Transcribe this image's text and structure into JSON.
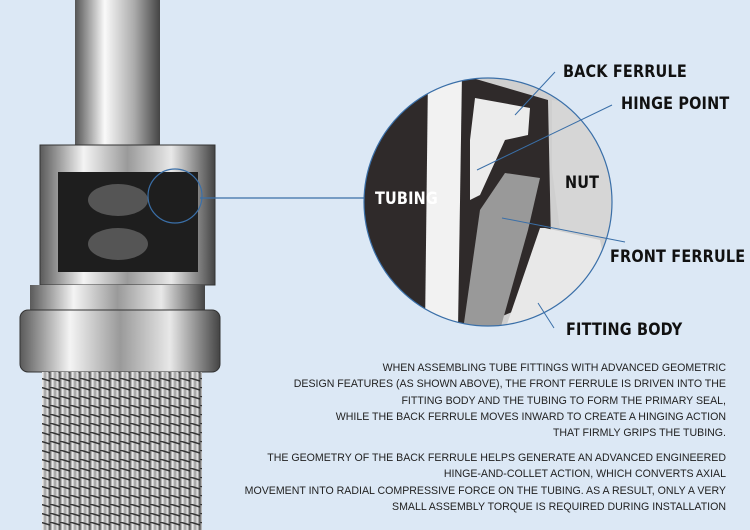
{
  "labels": {
    "back_ferrule": "BACK FERRULE",
    "hinge_point": "HINGE POINT",
    "nut": "NUT",
    "tubing": "TUBING",
    "front_ferrule": "FRONT FERRULE",
    "fitting_body": "FITTING BODY"
  },
  "description": {
    "paragraph1": [
      "WHEN ASSEMBLING TUBE FITTINGS WITH ADVANCED GEOMETRIC",
      "DESIGN FEATURES (AS SHOWN ABOVE), THE FRONT FERRULE IS DRIVEN INTO THE",
      "FITTING BODY AND THE TUBING TO FORM THE PRIMARY SEAL,",
      "WHILE THE BACK FERRULE MOVES INWARD TO CREATE A HINGING ACTION",
      "THAT FIRMLY GRIPS THE TUBING."
    ],
    "paragraph2": [
      "THE GEOMETRY OF THE BACK FERRULE HELPS GENERATE AN ADVANCED ENGINEERED",
      "HINGE-AND-COLLET ACTION, WHICH CONVERTS AXIAL",
      "MOVEMENT INTO RADIAL COMPRESSIVE FORCE ON THE TUBING. AS A RESULT, ONLY A VERY",
      "SMALL ASSEMBLY TORQUE IS REQUIRED DURING INSTALLATION"
    ]
  },
  "colors": {
    "background": "#dce8f5",
    "leader_line": "#3a6fa8",
    "section_dark": "#2f2a2a"
  }
}
